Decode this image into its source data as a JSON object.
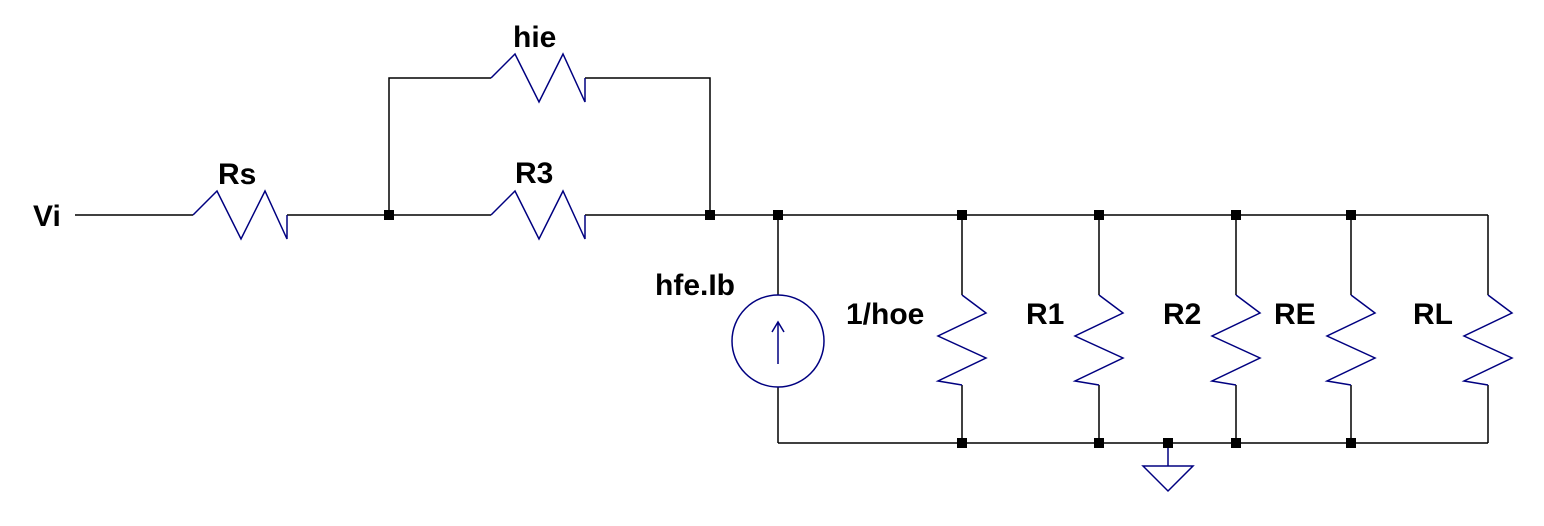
{
  "schematic": {
    "labels": {
      "vi": "Vi",
      "rs": "Rs",
      "hie": "hie",
      "r3": "R3",
      "hfe_ib": "hfe.Ib",
      "hoe": "1/hoe",
      "r1": "R1",
      "r2": "R2",
      "re": "RE",
      "rl": "RL"
    },
    "colors": {
      "wire": "#000000",
      "component": "#000080",
      "junction": "#000000",
      "background": "#ffffff"
    },
    "icons": [
      "resistor-icon",
      "current-source-icon",
      "ground-icon"
    ]
  }
}
